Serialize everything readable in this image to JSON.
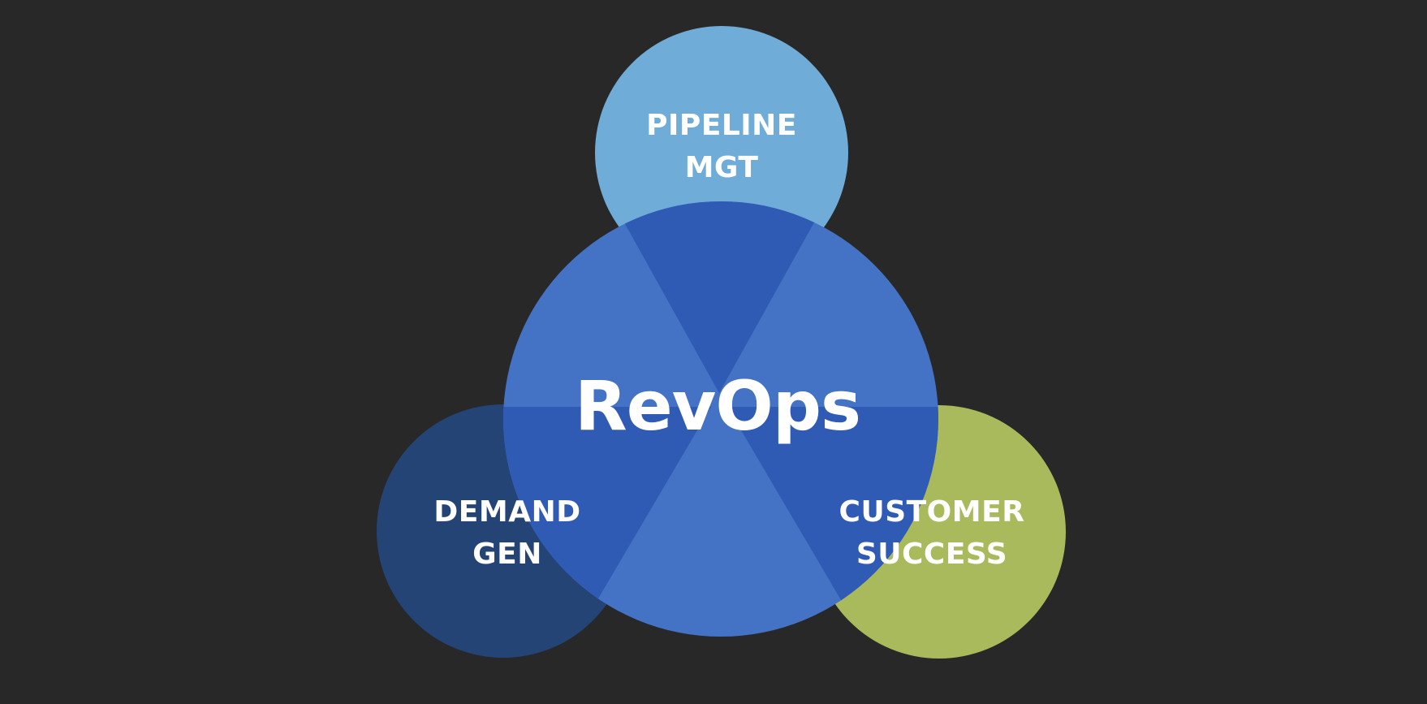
{
  "diagram": {
    "title": "RevOps",
    "background_color": "#282828",
    "center": {
      "label": "RevOps",
      "color": "#4472C4",
      "overlap_color": "#2F5BB4"
    },
    "nodes": [
      {
        "id": "pipeline",
        "lines": [
          "PIPELINE",
          "MGT"
        ],
        "color": "#6FACD8",
        "position": "top"
      },
      {
        "id": "demand",
        "lines": [
          "DEMAND",
          "GEN"
        ],
        "color": "#244476",
        "position": "bottom-left"
      },
      {
        "id": "customer",
        "lines": [
          "CUSTOMER",
          "SUCCESS"
        ],
        "color": "#A9BA5C",
        "position": "bottom-right"
      }
    ]
  }
}
